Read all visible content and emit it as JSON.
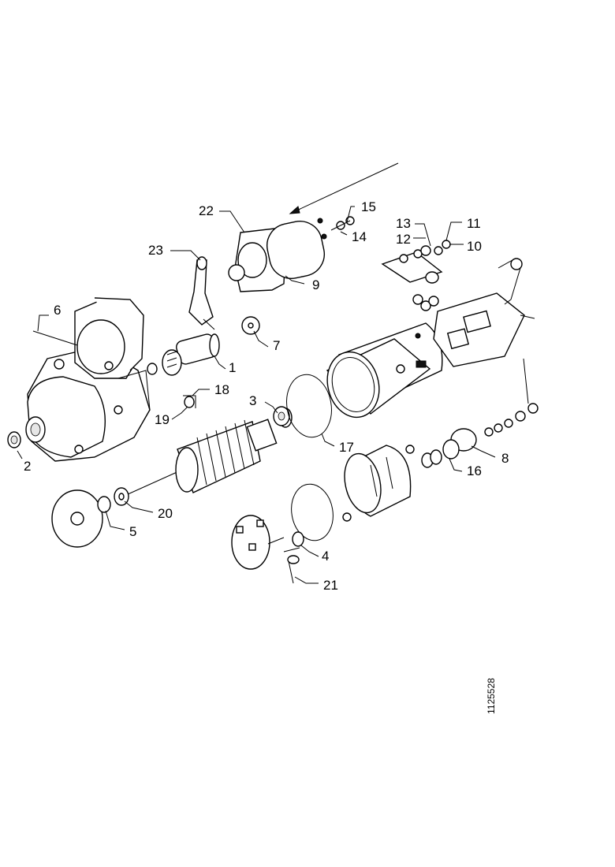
{
  "document_id": "1125528",
  "callouts": [
    {
      "id": "c1",
      "label": "1"
    },
    {
      "id": "c2",
      "label": "2"
    },
    {
      "id": "c3",
      "label": "3"
    },
    {
      "id": "c4",
      "label": "4"
    },
    {
      "id": "c5",
      "label": "5"
    },
    {
      "id": "c6",
      "label": "6"
    },
    {
      "id": "c7",
      "label": "7"
    },
    {
      "id": "c8",
      "label": "8"
    },
    {
      "id": "c9",
      "label": "9"
    },
    {
      "id": "c10",
      "label": "10"
    },
    {
      "id": "c11",
      "label": "11"
    },
    {
      "id": "c12",
      "label": "12"
    },
    {
      "id": "c13",
      "label": "13"
    },
    {
      "id": "c14",
      "label": "14"
    },
    {
      "id": "c15",
      "label": "15"
    },
    {
      "id": "c16",
      "label": "16"
    },
    {
      "id": "c17",
      "label": "17"
    },
    {
      "id": "c18",
      "label": "18"
    },
    {
      "id": "c19",
      "label": "19"
    },
    {
      "id": "c20",
      "label": "20"
    },
    {
      "id": "c21",
      "label": "21"
    },
    {
      "id": "c22",
      "label": "22"
    },
    {
      "id": "c23",
      "label": "23"
    }
  ]
}
